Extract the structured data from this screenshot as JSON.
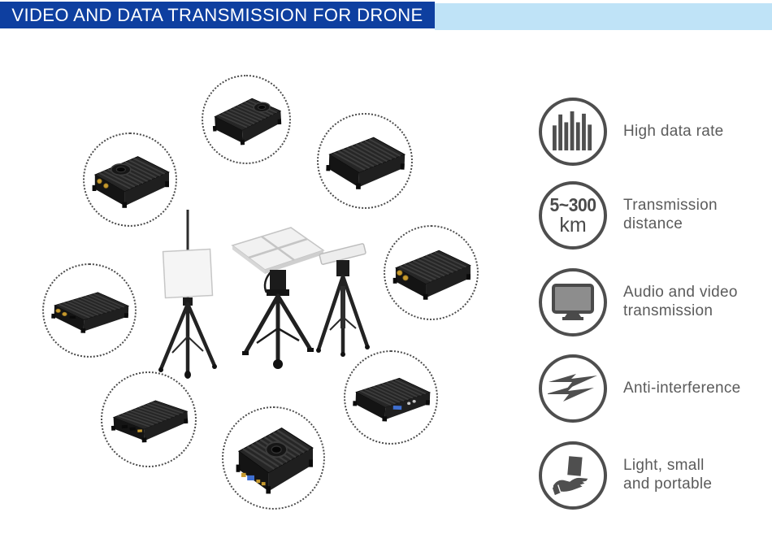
{
  "header": {
    "title": "VIDEO AND DATA TRANSMISSION FOR DRONE"
  },
  "colors": {
    "header_bar": "#0e3fa0",
    "header_accent": "#bfe3f7",
    "icon_gray": "#4f4f4f",
    "text_gray": "#5b5b5b"
  },
  "features": [
    {
      "icon": "signal-bars-icon",
      "lines": [
        "High data rate"
      ]
    },
    {
      "icon": "distance-range-icon",
      "value_top": "5~300",
      "value_bottom": "km",
      "lines": [
        "Transmission",
        "distance"
      ]
    },
    {
      "icon": "monitor-icon",
      "lines": [
        "Audio and video",
        "transmission"
      ]
    },
    {
      "icon": "lightning-bolts-icon",
      "lines": [
        "Anti-interference"
      ]
    },
    {
      "icon": "hand-holding-box-icon",
      "lines": [
        "Light, small",
        "and portable"
      ]
    }
  ],
  "products": {
    "circles": [
      {
        "name": "transmitter-fan-top"
      },
      {
        "name": "transmitter-fan-side"
      },
      {
        "name": "transmitter-heatsink"
      },
      {
        "name": "transmitter-flat-connectors"
      },
      {
        "name": "transmitter-flat"
      },
      {
        "name": "transmitter-tall-fan"
      },
      {
        "name": "receiver-unit-ports"
      },
      {
        "name": "transmitter-sma-connectors"
      }
    ],
    "tripods": [
      {
        "name": "flat-panel-antenna-tripod"
      },
      {
        "name": "array-antenna-tripod"
      },
      {
        "name": "directional-antenna-tripod"
      }
    ]
  }
}
